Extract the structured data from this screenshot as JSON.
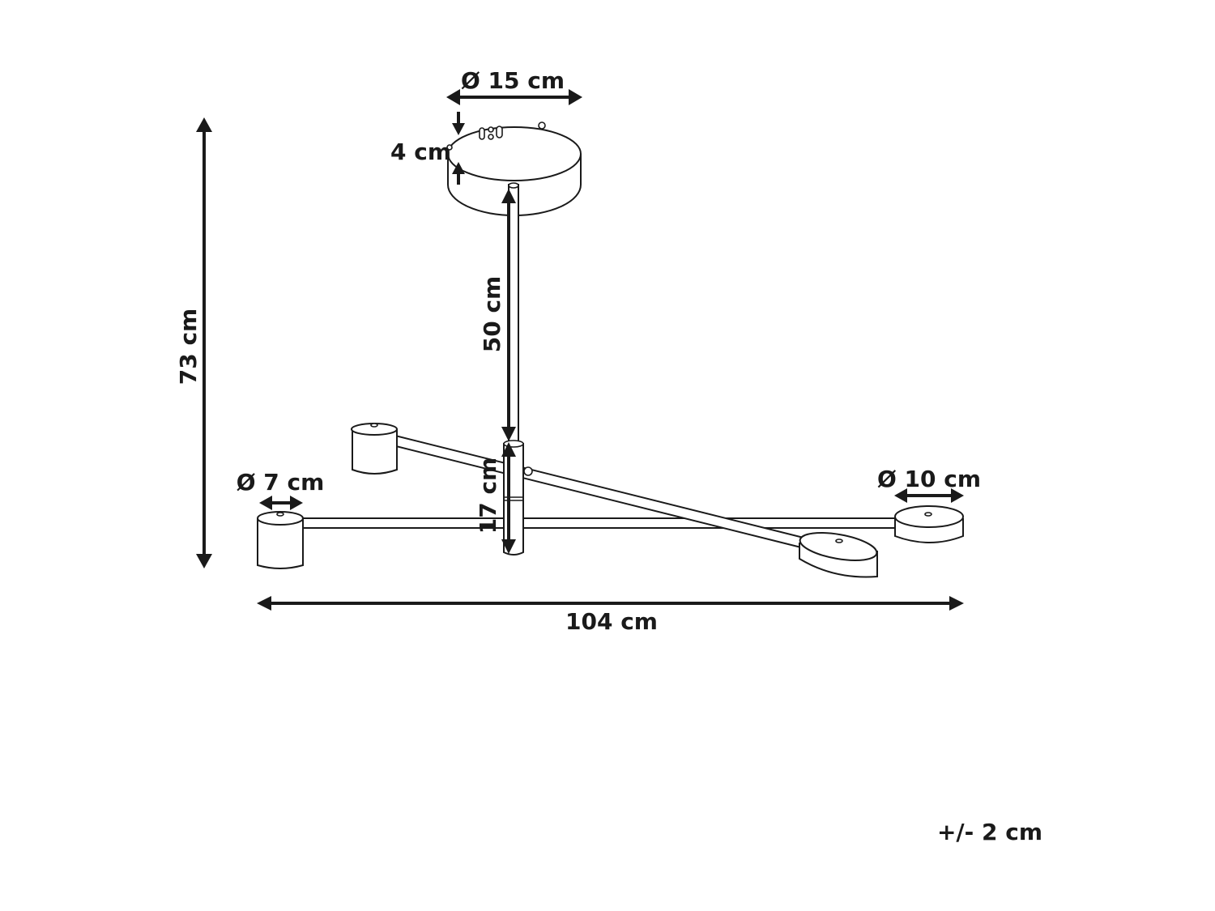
{
  "diagram": {
    "subject": "ceiling lamp with two arms and four shades",
    "dimensions": {
      "canopy_diameter": "Ø 15 cm",
      "canopy_height": "4 cm",
      "rod_length": "50 cm",
      "total_height": "73 cm",
      "hub_height": "17 cm",
      "small_shade_diameter": "Ø 7 cm",
      "large_shade_diameter": "Ø 10 cm",
      "total_width": "104 cm"
    },
    "tolerance": "+/- 2 cm",
    "colors": {
      "line": "#1a1a1a",
      "background": "#ffffff"
    }
  }
}
